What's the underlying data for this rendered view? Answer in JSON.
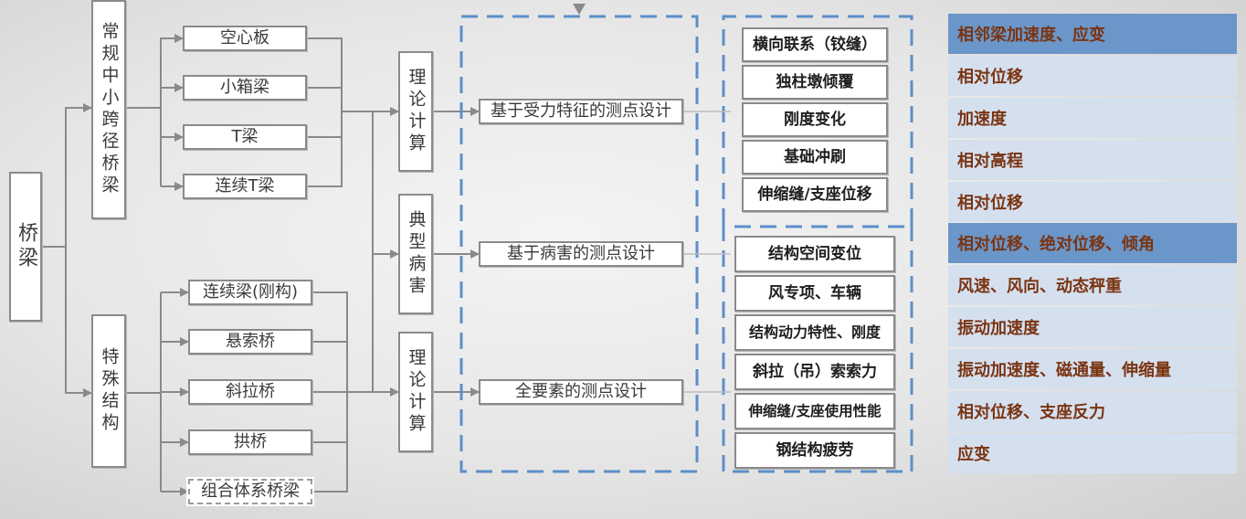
{
  "root": {
    "label": "桥梁"
  },
  "categories": {
    "regular": {
      "label": "常规中小跨径桥梁"
    },
    "special": {
      "label": "特殊结构"
    }
  },
  "bridge_types": {
    "regular": [
      "空心板",
      "小箱梁",
      "T梁",
      "连续T梁"
    ],
    "special": [
      "连续梁(刚构)",
      "悬索桥",
      "斜拉桥",
      "拱桥",
      "组合体系桥梁"
    ]
  },
  "analysis": [
    "理论计算",
    "典型病害",
    "理论计算"
  ],
  "design_methods": [
    "基于受力特征的测点设计",
    "基于病害的测点设计",
    "全要素的测点设计"
  ],
  "monitor_items": {
    "group1": [
      "横向联系（铰缝）",
      "独柱墩倾覆",
      "刚度变化",
      "基础冲刷",
      "伸缩缝/支座位移"
    ],
    "group2": [
      "结构空间变位",
      "风专项、车辆",
      "结构动力特性、刚度",
      "斜拉（吊）索索力",
      "伸缩缝/支座使用性能",
      "钢结构疲劳"
    ]
  },
  "measurements": [
    {
      "label": "相邻梁加速度、应变",
      "style": "dark"
    },
    {
      "label": "相对位移",
      "style": "light"
    },
    {
      "label": "加速度",
      "style": "light"
    },
    {
      "label": "相对高程",
      "style": "light"
    },
    {
      "label": "相对位移",
      "style": "light"
    },
    {
      "label": "相对位移、绝对位移、倾角",
      "style": "dark"
    },
    {
      "label": "风速、风向、动态秤重",
      "style": "light"
    },
    {
      "label": "振动加速度",
      "style": "light"
    },
    {
      "label": "振动加速度、磁通量、伸缩量",
      "style": "light"
    },
    {
      "label": "相对位移、支座反力",
      "style": "light"
    },
    {
      "label": "应变",
      "style": "light"
    }
  ],
  "colors": {
    "connector": "#8a8a8a",
    "dash_blue": "#5b8fc9",
    "row_light": "#d5e0ef",
    "row_dark": "#6b96c9",
    "row_text": "#7a3412"
  }
}
